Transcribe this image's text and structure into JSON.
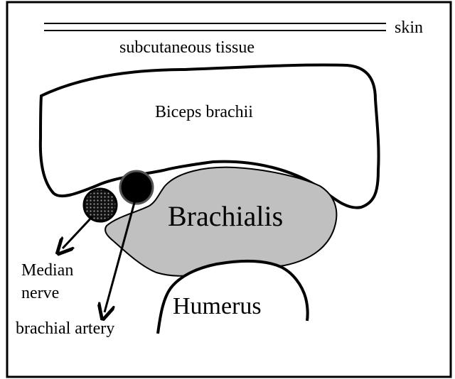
{
  "labels": {
    "skin": "skin",
    "subcutaneous": "subcutaneous tissue",
    "biceps": "Biceps brachii",
    "brachialis": "Brachialis",
    "humerus": "Humerus",
    "median_line1": "Median",
    "median_line2": "nerve",
    "brachial_artery": "brachial artery"
  },
  "colors": {
    "outline": "#000000",
    "brachialis_fill": "#c0c0c0",
    "nerve_fill": "#1a1a1a",
    "artery_fill": "#000000",
    "background": "#ffffff"
  }
}
